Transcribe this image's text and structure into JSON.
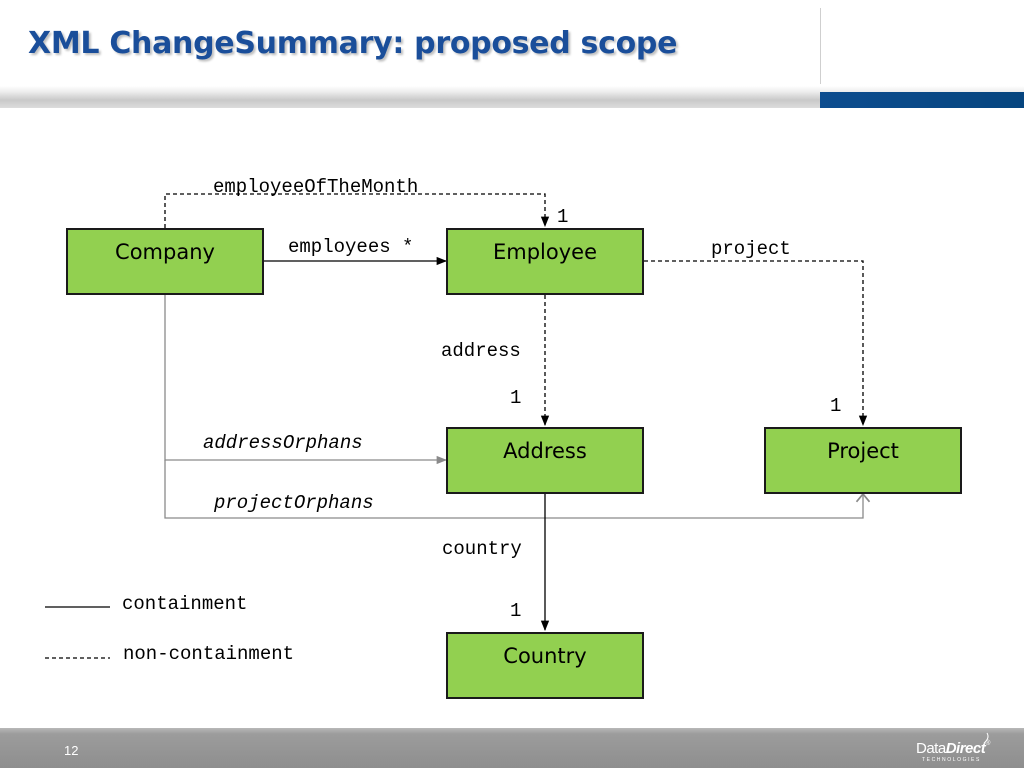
{
  "slide": {
    "title": "XML ChangeSummary: proposed scope",
    "page_number": "12"
  },
  "logo": {
    "word_a": "Data",
    "word_b": "Direct",
    "registered": "®",
    "sub": "TECHNOLOGIES"
  },
  "colors": {
    "title": "#1a4e9a",
    "accent_bar": "#0d4d8f",
    "box_fill": "#92d050",
    "box_border": "#1a1a1a",
    "line_dark": "#000000",
    "line_gray": "#8a8a8a"
  },
  "diagram": {
    "classes": {
      "company": "Company",
      "employee": "Employee",
      "address": "Address",
      "project": "Project",
      "country": "Country"
    },
    "edges": {
      "employee_of_the_month": {
        "label": "employeeOfTheMonth",
        "multiplicity": "1"
      },
      "employees": {
        "label": "employees *"
      },
      "project": {
        "label": "project",
        "multiplicity": "1"
      },
      "address": {
        "label": "address",
        "multiplicity": "1"
      },
      "address_orphans": {
        "label": "addressOrphans"
      },
      "project_orphans": {
        "label": "projectOrphans"
      },
      "country": {
        "label": "country",
        "multiplicity": "1"
      }
    },
    "legend": {
      "containment": "containment",
      "non_containment": "non-containment"
    }
  }
}
